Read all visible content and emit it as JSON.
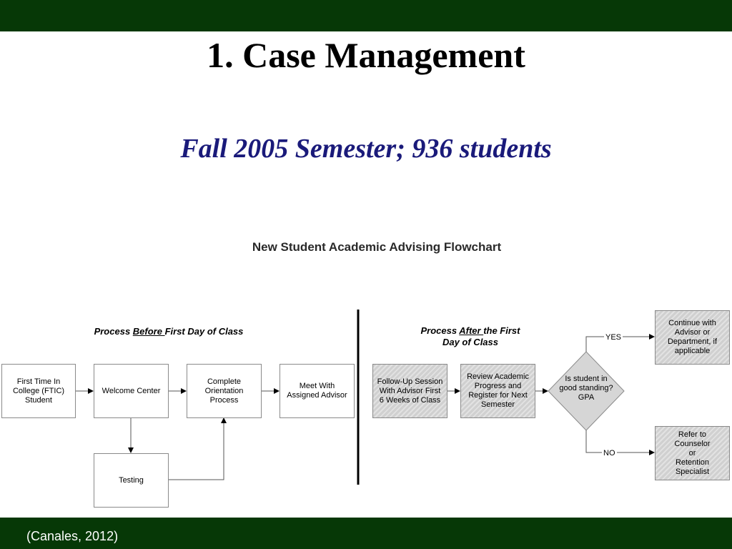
{
  "slide": {
    "title": "1. Case Management",
    "subtitle": "Fall 2005 Semester; 936 students",
    "citation": "(Canales, 2012)",
    "colors": {
      "band": "#063806",
      "subtitle": "#1a1a7a"
    }
  },
  "flowchart": {
    "title": "New Student Academic Advising Flowchart",
    "phase_before": {
      "pre": "Process ",
      "emph": "Before ",
      "post": "First Day of Class"
    },
    "phase_after": {
      "pre": "Process ",
      "emph": "After ",
      "post": "the First\nDay of Class"
    },
    "nodes": {
      "ftic": "First Time In\nCollege (FTIC)\nStudent",
      "welcome": "Welcome Center",
      "orientation": "Complete\nOrientation\nProcess",
      "advisor": "Meet With\nAssigned Advisor",
      "testing": "Testing",
      "followup": "Follow-Up Session\nWith Advisor First\n6 Weeks of Class",
      "review": "Review Academic\nProgress and\nRegister for Next\nSemester",
      "decision": "Is student in\ngood standing?\nGPA",
      "continue": "Continue with\nAdvisor or\nDepartment, if\napplicable",
      "refer": "Refer to\nCounselor\nor\nRetention\nSpecialist"
    },
    "branches": {
      "yes": "YES",
      "no": "NO"
    }
  }
}
